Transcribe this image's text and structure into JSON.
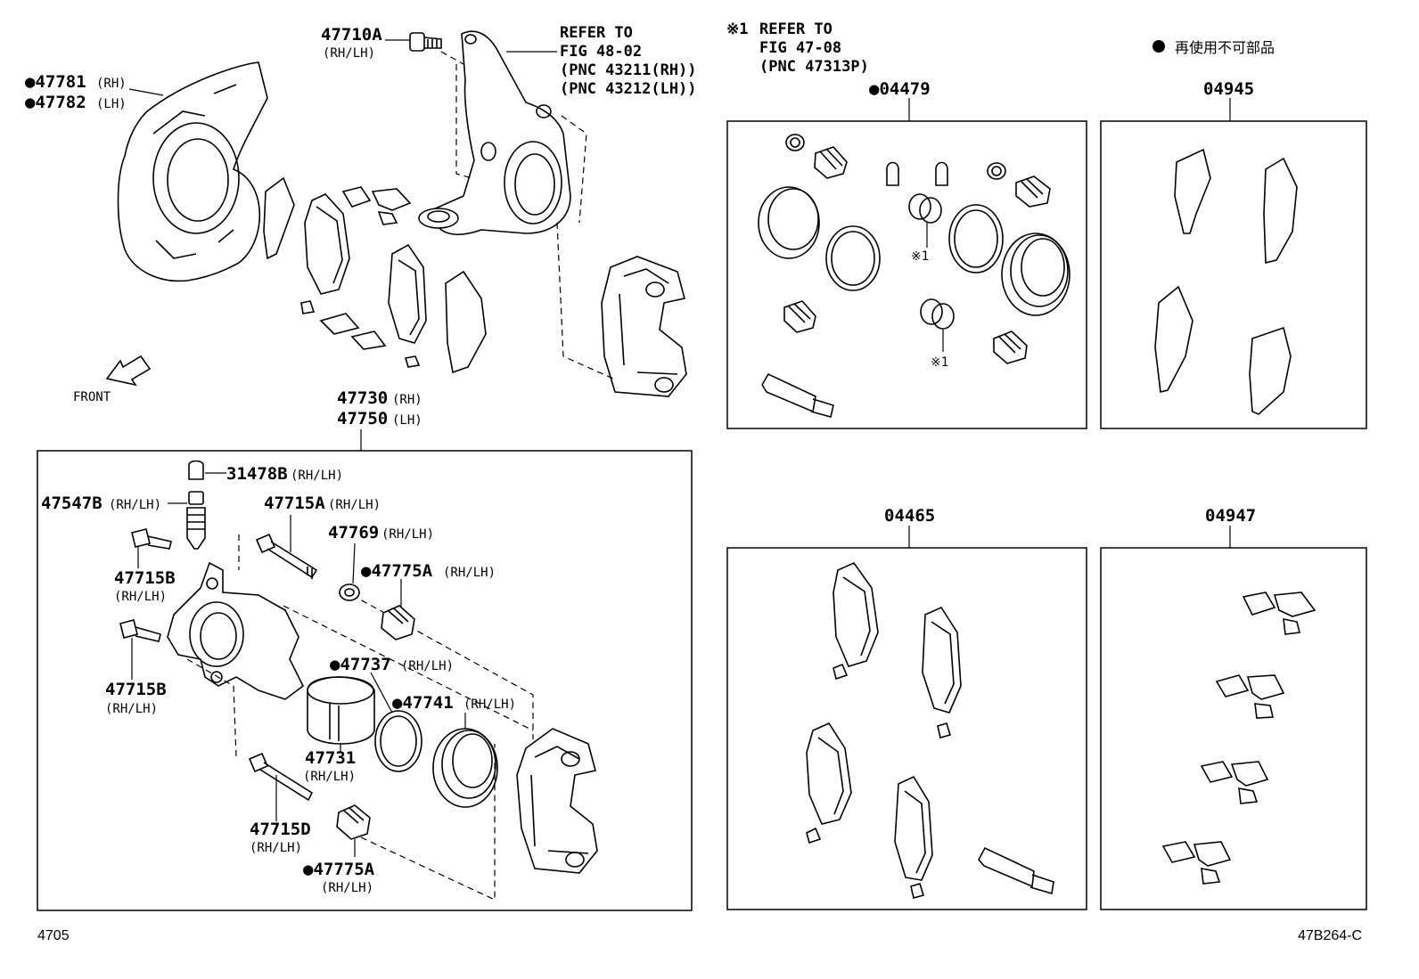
{
  "legend": {
    "bullet": "●",
    "text": "再使用不可部品"
  },
  "refer_knuckle": {
    "line1": "REFER TO",
    "line2": "FIG 48-02",
    "line3": "(PNC 43211(RH))",
    "line4": "(PNC 43212(LH))"
  },
  "refer_seal": {
    "mark": "※1",
    "line1": "REFER TO",
    "line2": "FIG 47-08",
    "line3": "(PNC 47313P)"
  },
  "parts": {
    "p47710A": {
      "num": "47710A",
      "side": "(RH/LH)"
    },
    "p47781": {
      "num": "●47781",
      "side": "(RH)"
    },
    "p47782": {
      "num": "●47782",
      "side": "(LH)"
    },
    "front": "FRONT",
    "p47730": {
      "num": "47730",
      "side": "(RH)"
    },
    "p47750": {
      "num": "47750",
      "side": "(LH)"
    },
    "p31478B": {
      "num": "31478B",
      "side": "(RH/LH)"
    },
    "p47547B": {
      "num": "47547B",
      "side": "(RH/LH)"
    },
    "p47715A": {
      "num": "47715A",
      "side": "(RH/LH)"
    },
    "p47769": {
      "num": "47769",
      "side": "(RH/LH)"
    },
    "p47775A_top": {
      "num": "●47775A",
      "side": "(RH/LH)"
    },
    "p47715B_top": {
      "num": "47715B",
      "side": "(RH/LH)"
    },
    "p47715B_bot": {
      "num": "47715B",
      "side": "(RH/LH)"
    },
    "p47737": {
      "num": "●47737",
      "side": "(RH/LH)"
    },
    "p47741": {
      "num": "●47741",
      "side": "(RH/LH)"
    },
    "p47731": {
      "num": "47731",
      "side": "(RH/LH)"
    },
    "p47715D": {
      "num": "47715D",
      "side": "(RH/LH)"
    },
    "p47775A_bot": {
      "num": "●47775A",
      "side": "(RH/LH)"
    }
  },
  "kits": {
    "k04479": "●04479",
    "k04945": "04945",
    "k04465": "04465",
    "k04947": "04947",
    "seal_mark_a": "※1",
    "seal_mark_b": "※1"
  },
  "footer": {
    "left": "4705",
    "right": "47B264-C"
  }
}
